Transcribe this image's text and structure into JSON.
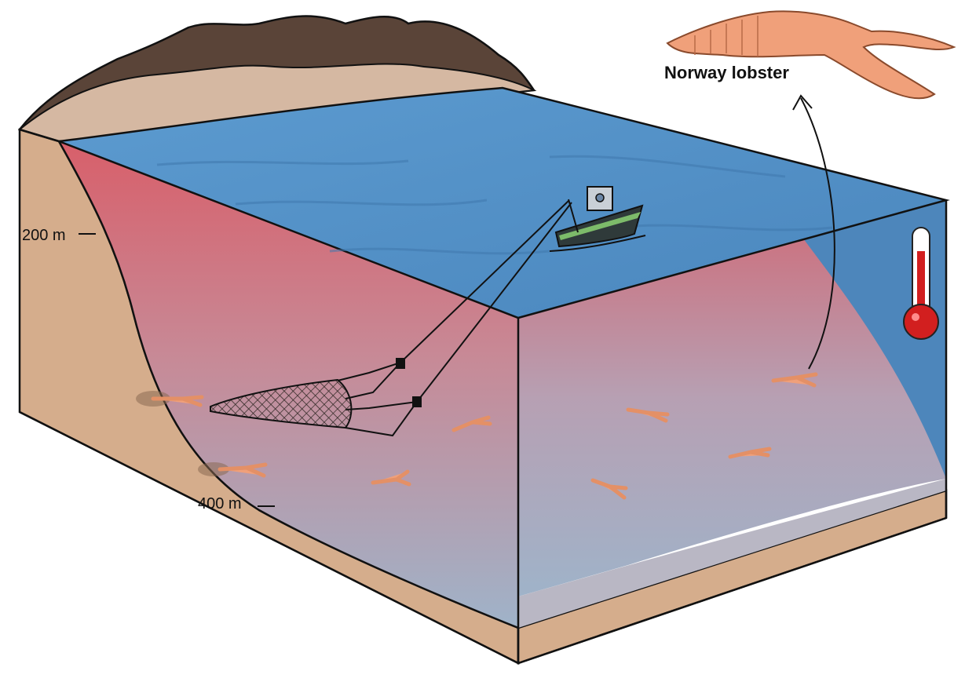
{
  "diagram": {
    "species_label": "Norway lobster",
    "depth_labels": [
      "200 m",
      "400 m"
    ],
    "icons": {
      "thermometer": "thermometer-icon",
      "boat": "trawler-boat",
      "net": "trawl-net",
      "lobster": "norway-lobster"
    },
    "colors": {
      "sea_surface": "#4f8fc6",
      "warm_water": "#d9616b",
      "cold_water": "#9fb2c8",
      "seabed": "#d5ad8c",
      "land": "#5a4438",
      "lobster": "#f0a07a",
      "thermometer_red": "#d21f1f"
    }
  }
}
